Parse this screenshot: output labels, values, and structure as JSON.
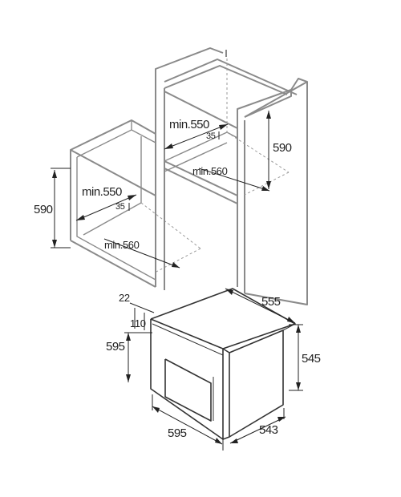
{
  "dimensions": {
    "tall_cabinet": {
      "width": "min.550",
      "depth": "min.560",
      "offset": "35",
      "height": "590"
    },
    "base_cabinet": {
      "width": "min.550",
      "depth": "min.560",
      "offset": "35",
      "height": "590"
    },
    "appliance": {
      "front_thickness": "22",
      "panel_height": "110",
      "front_height": "595",
      "front_width": "595",
      "body_depth": "555",
      "body_height": "545",
      "body_width": "543"
    }
  }
}
